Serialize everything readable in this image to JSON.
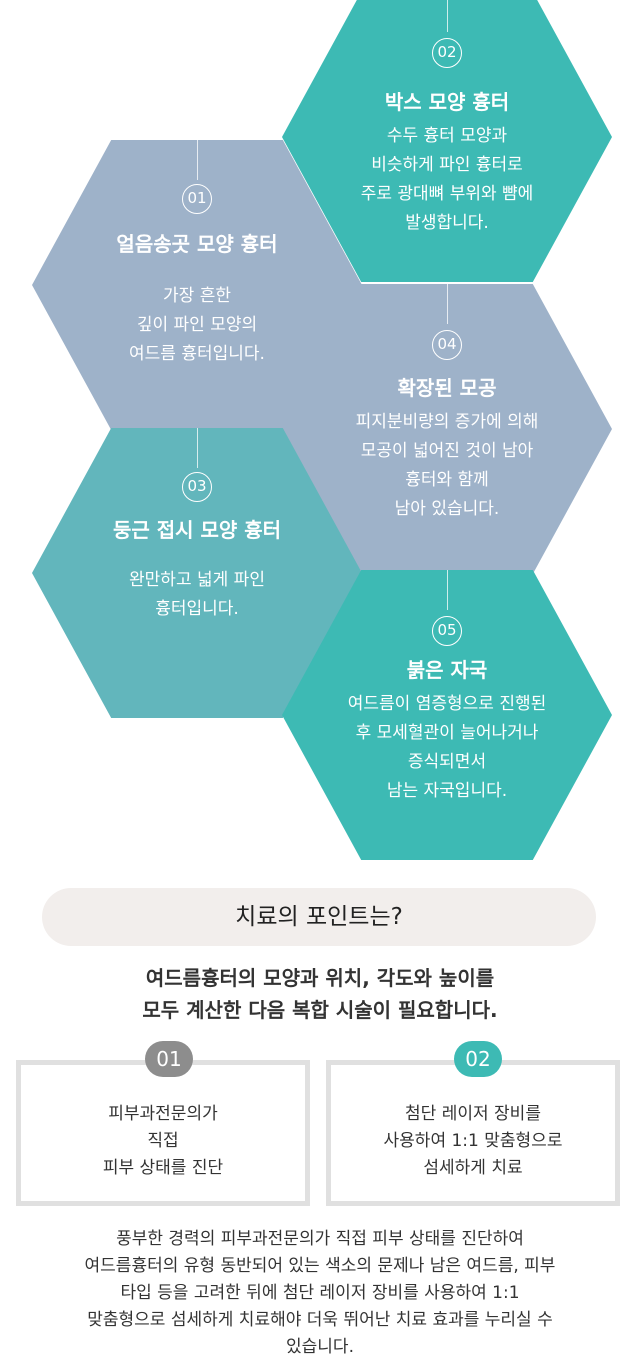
{
  "colors": {
    "teal": "#3dbab4",
    "blue_gray": "#9eb2c9",
    "teal_gray": "#62b6bc",
    "pill_bg": "#f2eeec",
    "badge_gray": "#8d8d8d",
    "box_border": "#e0e0e0"
  },
  "scars": [
    {
      "number": "01",
      "title": "얼음송곳 모양 흉터",
      "description": "가장 흔한\n깊이 파인 모양의\n여드름 흉터입니다.",
      "color": "blue_gray"
    },
    {
      "number": "02",
      "title": "박스 모양 흉터",
      "description": "수두 흉터 모양과\n비슷하게 파인 흉터로\n주로 광대뼈 부위와 뺨에\n발생합니다.",
      "color": "teal"
    },
    {
      "number": "03",
      "title": "둥근 접시 모양 흉터",
      "description": "완만하고 넓게 파인\n흉터입니다.",
      "color": "teal_gray"
    },
    {
      "number": "04",
      "title": "확장된 모공",
      "description": "피지분비량의 증가에 의해\n모공이 넓어진 것이 남아\n흉터와 함께\n남아 있습니다.",
      "color": "blue_gray"
    },
    {
      "number": "05",
      "title": "붉은 자국",
      "description": "여드름이 염증형으로 진행된\n후 모세혈관이 늘어나거나\n증식되면서\n남는 자국입니다.",
      "color": "teal"
    }
  ],
  "treatment": {
    "heading": "치료의 포인트는?",
    "subheading": "여드름흉터의 모양과 위치, 각도와 높이를\n모두 계산한 다음 복합 시술이 필요합니다.",
    "points": [
      {
        "number": "01",
        "text": "피부과전문의가\n직접\n피부 상태를 진단"
      },
      {
        "number": "02",
        "text": "첨단 레이저 장비를\n사용하여 1:1 맞춤형으로\n섬세하게 치료"
      }
    ],
    "paragraph": "풍부한 경력의 피부과전문의가 직접 피부 상태를 진단하여\n여드름흉터의 유형 동반되어 있는 색소의 문제나 남은 여드름, 피부\n타입 등을 고려한 뒤에 첨단 레이저 장비를 사용하여 1:1\n맞춤형으로 섬세하게 치료해야 더욱 뛰어난 치료 효과를 누리실 수\n있습니다."
  }
}
